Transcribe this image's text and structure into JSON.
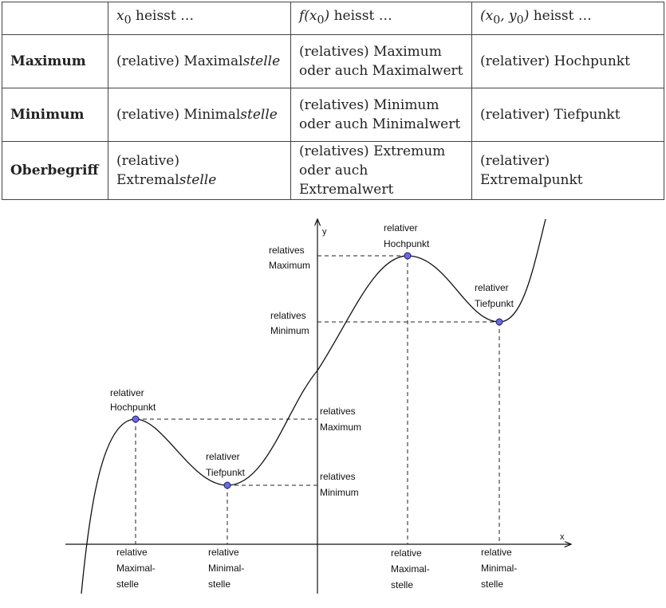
{
  "table": {
    "header": {
      "c1_math": "x",
      "c1_sub": "0",
      "c1_rest": " heisst …",
      "c2_math": "f(x",
      "c2_sub": "0",
      "c2_close": ")",
      "c2_rest": " heisst …",
      "c3_math_a": "(x",
      "c3_sub_a": "0",
      "c3_math_b": ", y",
      "c3_sub_b": "0",
      "c3_close": ")",
      "c3_rest": " heisst …"
    },
    "rows": [
      {
        "label": "Maximum",
        "c1_pre": "(relative) Maximal",
        "c1_it": "stelle",
        "c2_l1": "(relatives) Maximum",
        "c2_l2": "oder auch Maximalwert",
        "c3": "(relativer) Hochpunkt"
      },
      {
        "label": "Minimum",
        "c1_pre": "(relative) Minimal",
        "c1_it": "stelle",
        "c2_l1": "(relatives) Minimum",
        "c2_l2": "oder auch Minimalwert",
        "c3": "(relativer) Tiefpunkt"
      },
      {
        "label": "Oberbegriff",
        "c1_pre": "(relative) Extremal",
        "c1_it": "stelle",
        "c2_l1": "(relatives) Extremum",
        "c2_l2": "oder auch Extremalwert",
        "c3": "(relativer) Extremalpunkt"
      }
    ]
  },
  "graph": {
    "axis_y": "y",
    "axis_x": "x",
    "colors": {
      "curve": "#111111",
      "point_fill": "#6b6bdc",
      "point_stroke": "#1b1b6e"
    },
    "labels": {
      "left_max_point": [
        "relativer",
        "Hochpunkt"
      ],
      "left_min_point": [
        "relativer",
        "Tiefpunkt"
      ],
      "right_max_point": [
        "relativer",
        "Hochpunkt"
      ],
      "right_min_point": [
        "relativer",
        "Tiefpunkt"
      ],
      "y_rel_max_left": [
        "relatives",
        "Maximum"
      ],
      "y_rel_min_left": [
        "relatives",
        "Minimum"
      ],
      "y_rel_max_right": [
        "relatives",
        "Maximum"
      ],
      "y_rel_min_right": [
        "relatives",
        "Minimum"
      ],
      "x_max_left": [
        "relative",
        "Maximal-",
        "stelle"
      ],
      "x_min_left": [
        "relative",
        "Minimal-",
        "stelle"
      ],
      "x_max_right": [
        "relative",
        "Maximal-",
        "stelle"
      ],
      "x_min_right": [
        "relative",
        "Minimal-",
        "stelle"
      ]
    }
  }
}
